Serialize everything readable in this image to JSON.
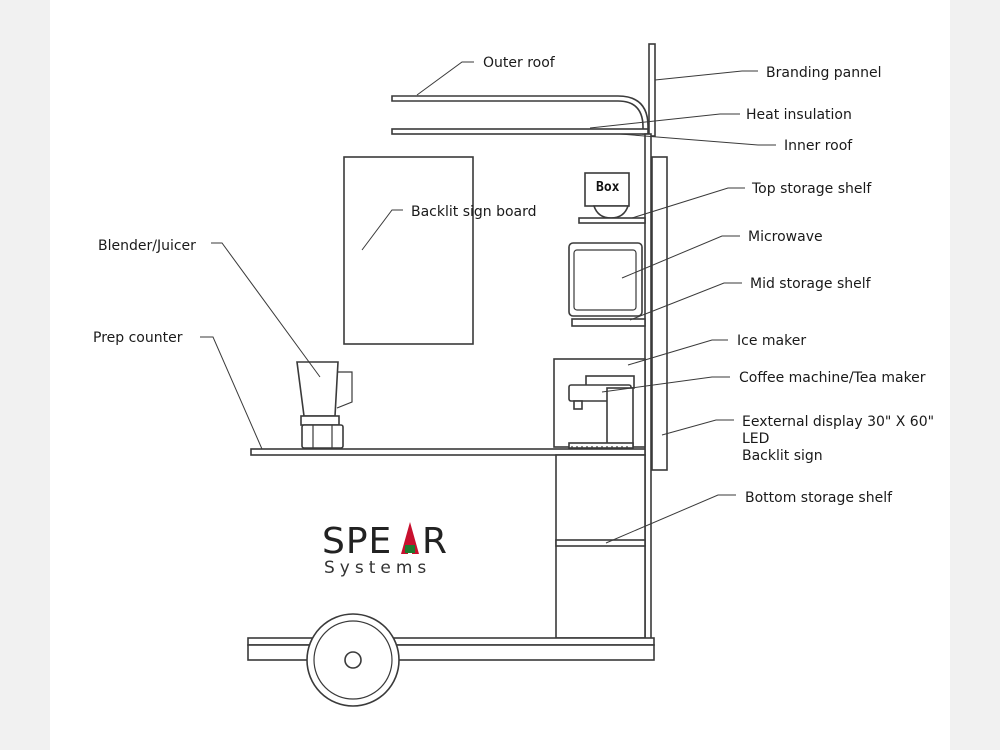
{
  "labels": {
    "outer_roof": "Outer roof",
    "branding_panel": "Branding pannel",
    "heat_insulation": "Heat insulation",
    "inner_roof": "Inner roof",
    "top_storage_shelf": "Top storage shelf",
    "backlit_sign_board": "Backlit sign board",
    "blender_juicer": "Blender/Juicer",
    "microwave": "Microwave",
    "mid_storage_shelf": "Mid storage shelf",
    "prep_counter": "Prep counter",
    "ice_maker": "Ice maker",
    "coffee_machine": "Coffee machine/Tea maker",
    "external_display_line1": "Eexternal display 30\"  X 60\"",
    "external_display_line2": "LED",
    "external_display_line3": "Backlit sign",
    "bottom_storage_shelf": "Bottom storage shelf"
  },
  "box_label": "Box",
  "logo": {
    "text_left": "SPE",
    "text_right": "R",
    "subtitle": "Systems",
    "accent_color": "#c8102e",
    "accent_green": "#1e7a2e"
  }
}
